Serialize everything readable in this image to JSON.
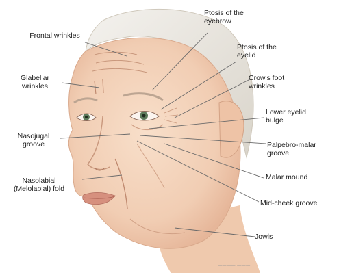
{
  "labels": {
    "frontal_wrinkles": "Frontal wrinkles",
    "glabellar_wrinkles": "Glabellar wrinkles",
    "nasojugal_groove": "Nasojugal groove",
    "nasolabial_fold": "Nasolabial (Melolabial) fold",
    "ptosis_eyebrow": "Ptosis of the eyebrow",
    "ptosis_eyelid": "Ptosis of the eyelid",
    "crows_foot_wrinkles": "Crow's foot wrinkles",
    "lower_eyelid_bulge": "Lower eyelid bulge",
    "palpebro_malar_groove": "Palpebro-malar groove",
    "malar_mound": "Malar mound",
    "mid_cheek_groove": "Mid-cheek groove",
    "jowls": "Jowls"
  },
  "colors": {
    "skin": "#f3d3bc",
    "skin_shadow": "#e4b497",
    "hair": "#e9e6df",
    "leader_line": "#6a6a6a",
    "lips": "#d6907e",
    "iris": "#5d7a5a"
  }
}
